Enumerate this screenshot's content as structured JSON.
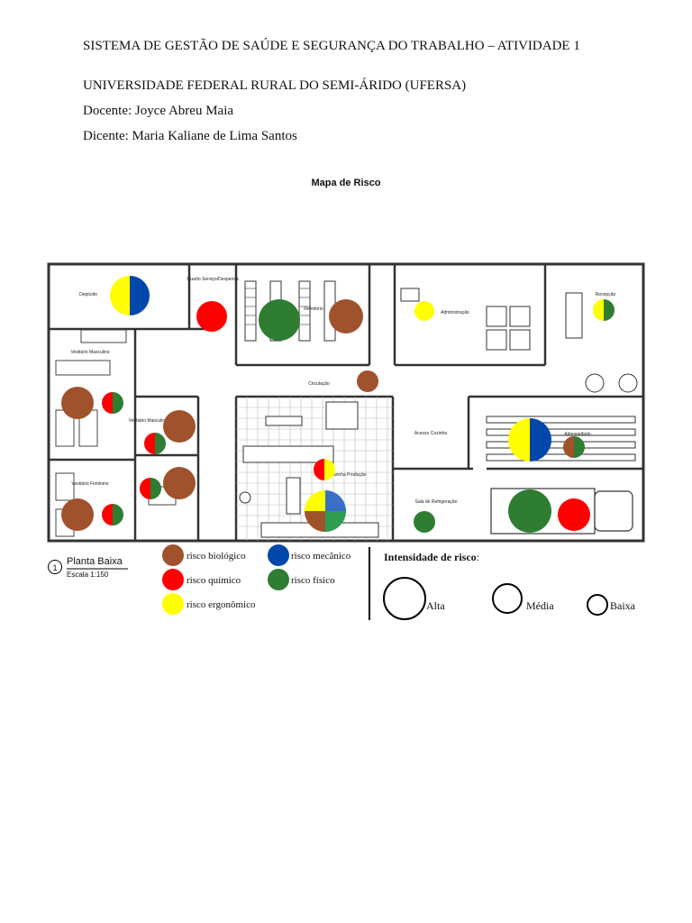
{
  "header": {
    "line1": "SISTEMA DE GESTÃO DE SAÚDE E SEGURANÇA DO TRABALHO – ATIVIDADE 1",
    "line2": "UNIVERSIDADE FEDERAL RURAL DO SEMI-ÁRIDO (UFERSA)",
    "line3": "Docente: Joyce Abreu Maia",
    "line4": "Dicente: Maria Kaliane de Lima Santos"
  },
  "map_title": "Mapa de Risco",
  "rooms": {
    "deposito": "Depósito",
    "quarto_servico": "Quarto Serviço/Despensa",
    "refeitorio": "Refeitório",
    "administracao": "Administração",
    "recepcao": "Recepção",
    "vestiario_masculino": "Vestiário Masculino",
    "vestiario_masculino_pne": "Vestiário Masculino P.N.E.",
    "vestiario_feminino": "Vestiário Feminino",
    "circulacao": "Circulação",
    "cozinha_producao": "Cozinha Produção",
    "acesso_cozinha": "Acesso Cozinha",
    "almoxarifado": "Almoxarifado",
    "sala_refrigeracao": "Sala de Refrigeração"
  },
  "plan_label": {
    "number": "1",
    "title": "Planta Baixa",
    "scale": "Escala 1:150"
  },
  "legend": {
    "biologico": "risco biológico",
    "mecanico": "risco mecânico",
    "quimico": "risco químico",
    "fisico": "risco físico",
    "ergonomico": "risco ergonômico"
  },
  "intensity": {
    "title": "Intensidade de risco",
    "colon": ":",
    "alta": "Alta",
    "media": "Média",
    "baixa": "Baixa"
  },
  "colors": {
    "biologico": "#a0522d",
    "mecanico": "#0047ab",
    "quimico": "#ff0000",
    "fisico": "#2e7d32",
    "ergonomico": "#ffff00"
  }
}
